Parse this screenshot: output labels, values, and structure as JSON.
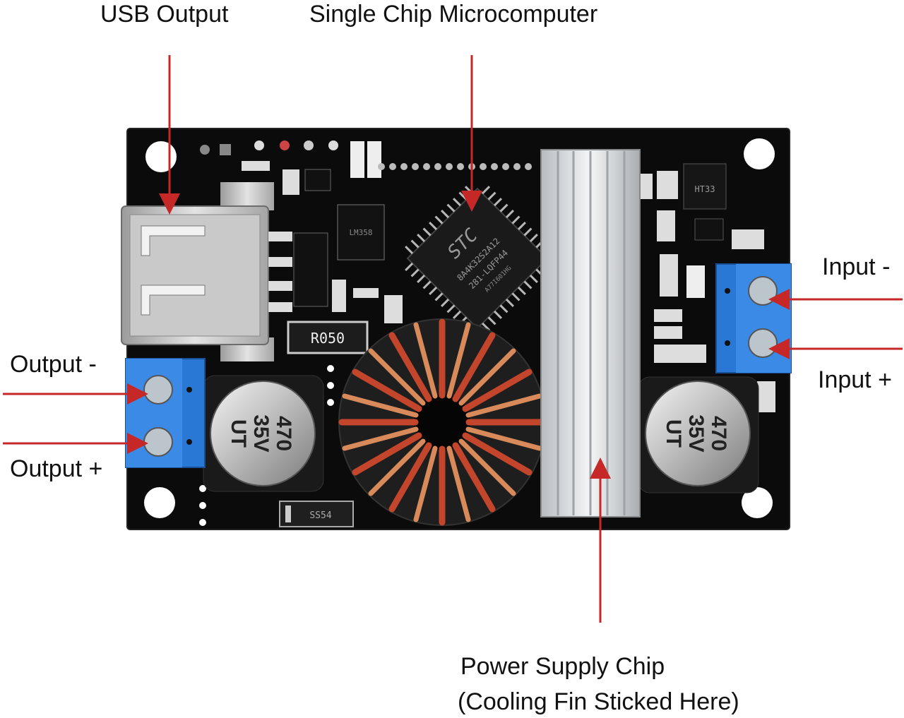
{
  "callouts": {
    "usb_output": "USB Output",
    "single_chip": "Single Chip Microcomputer",
    "output_minus": "Output -",
    "output_plus": "Output +",
    "input_minus": "Input -",
    "input_plus": "Input +",
    "power_chip_line1": "Power Supply Chip",
    "power_chip_line2": "(Cooling Fin Sticked Here)"
  },
  "board_markings": {
    "resistor": "R050",
    "diode": "SS54",
    "mcu_brand": "STC",
    "mcu_model": "8A4K32S2A12",
    "mcu_package": "281-LQFP44",
    "mcu_lot": "A77I601HG",
    "cap_left_value": "470",
    "cap_left_voltage": "35V",
    "cap_left_series": "UT",
    "cap_right_value": "470",
    "cap_right_voltage": "35V",
    "cap_right_series": "UT",
    "opamp": "LM358",
    "regulator": "HT33"
  },
  "colors": {
    "arrow": "#c62828",
    "pcb": "#0c0c0c",
    "terminal": "#2a78d6",
    "heatsink": "#d6d9dc",
    "copper": "#c2452c"
  }
}
